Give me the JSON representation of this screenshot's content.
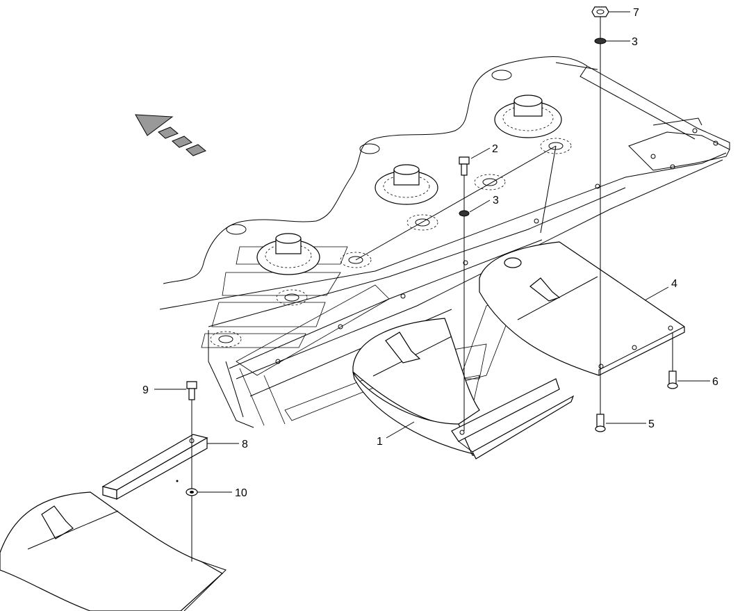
{
  "diagram": {
    "callouts": [
      {
        "id": "c7",
        "label": "7"
      },
      {
        "id": "c3a",
        "label": "3"
      },
      {
        "id": "c2",
        "label": "2"
      },
      {
        "id": "c3b",
        "label": "3"
      },
      {
        "id": "c4",
        "label": "4"
      },
      {
        "id": "c6",
        "label": "6"
      },
      {
        "id": "c5",
        "label": "5"
      },
      {
        "id": "c1",
        "label": "1"
      },
      {
        "id": "c9",
        "label": "9"
      },
      {
        "id": "c8",
        "label": "8"
      },
      {
        "id": "c10",
        "label": "10"
      }
    ],
    "colors": {
      "line": "#000000",
      "background": "#ffffff",
      "arrow_fill": "#888888"
    },
    "icons": [
      "direction-arrow-icon"
    ]
  }
}
